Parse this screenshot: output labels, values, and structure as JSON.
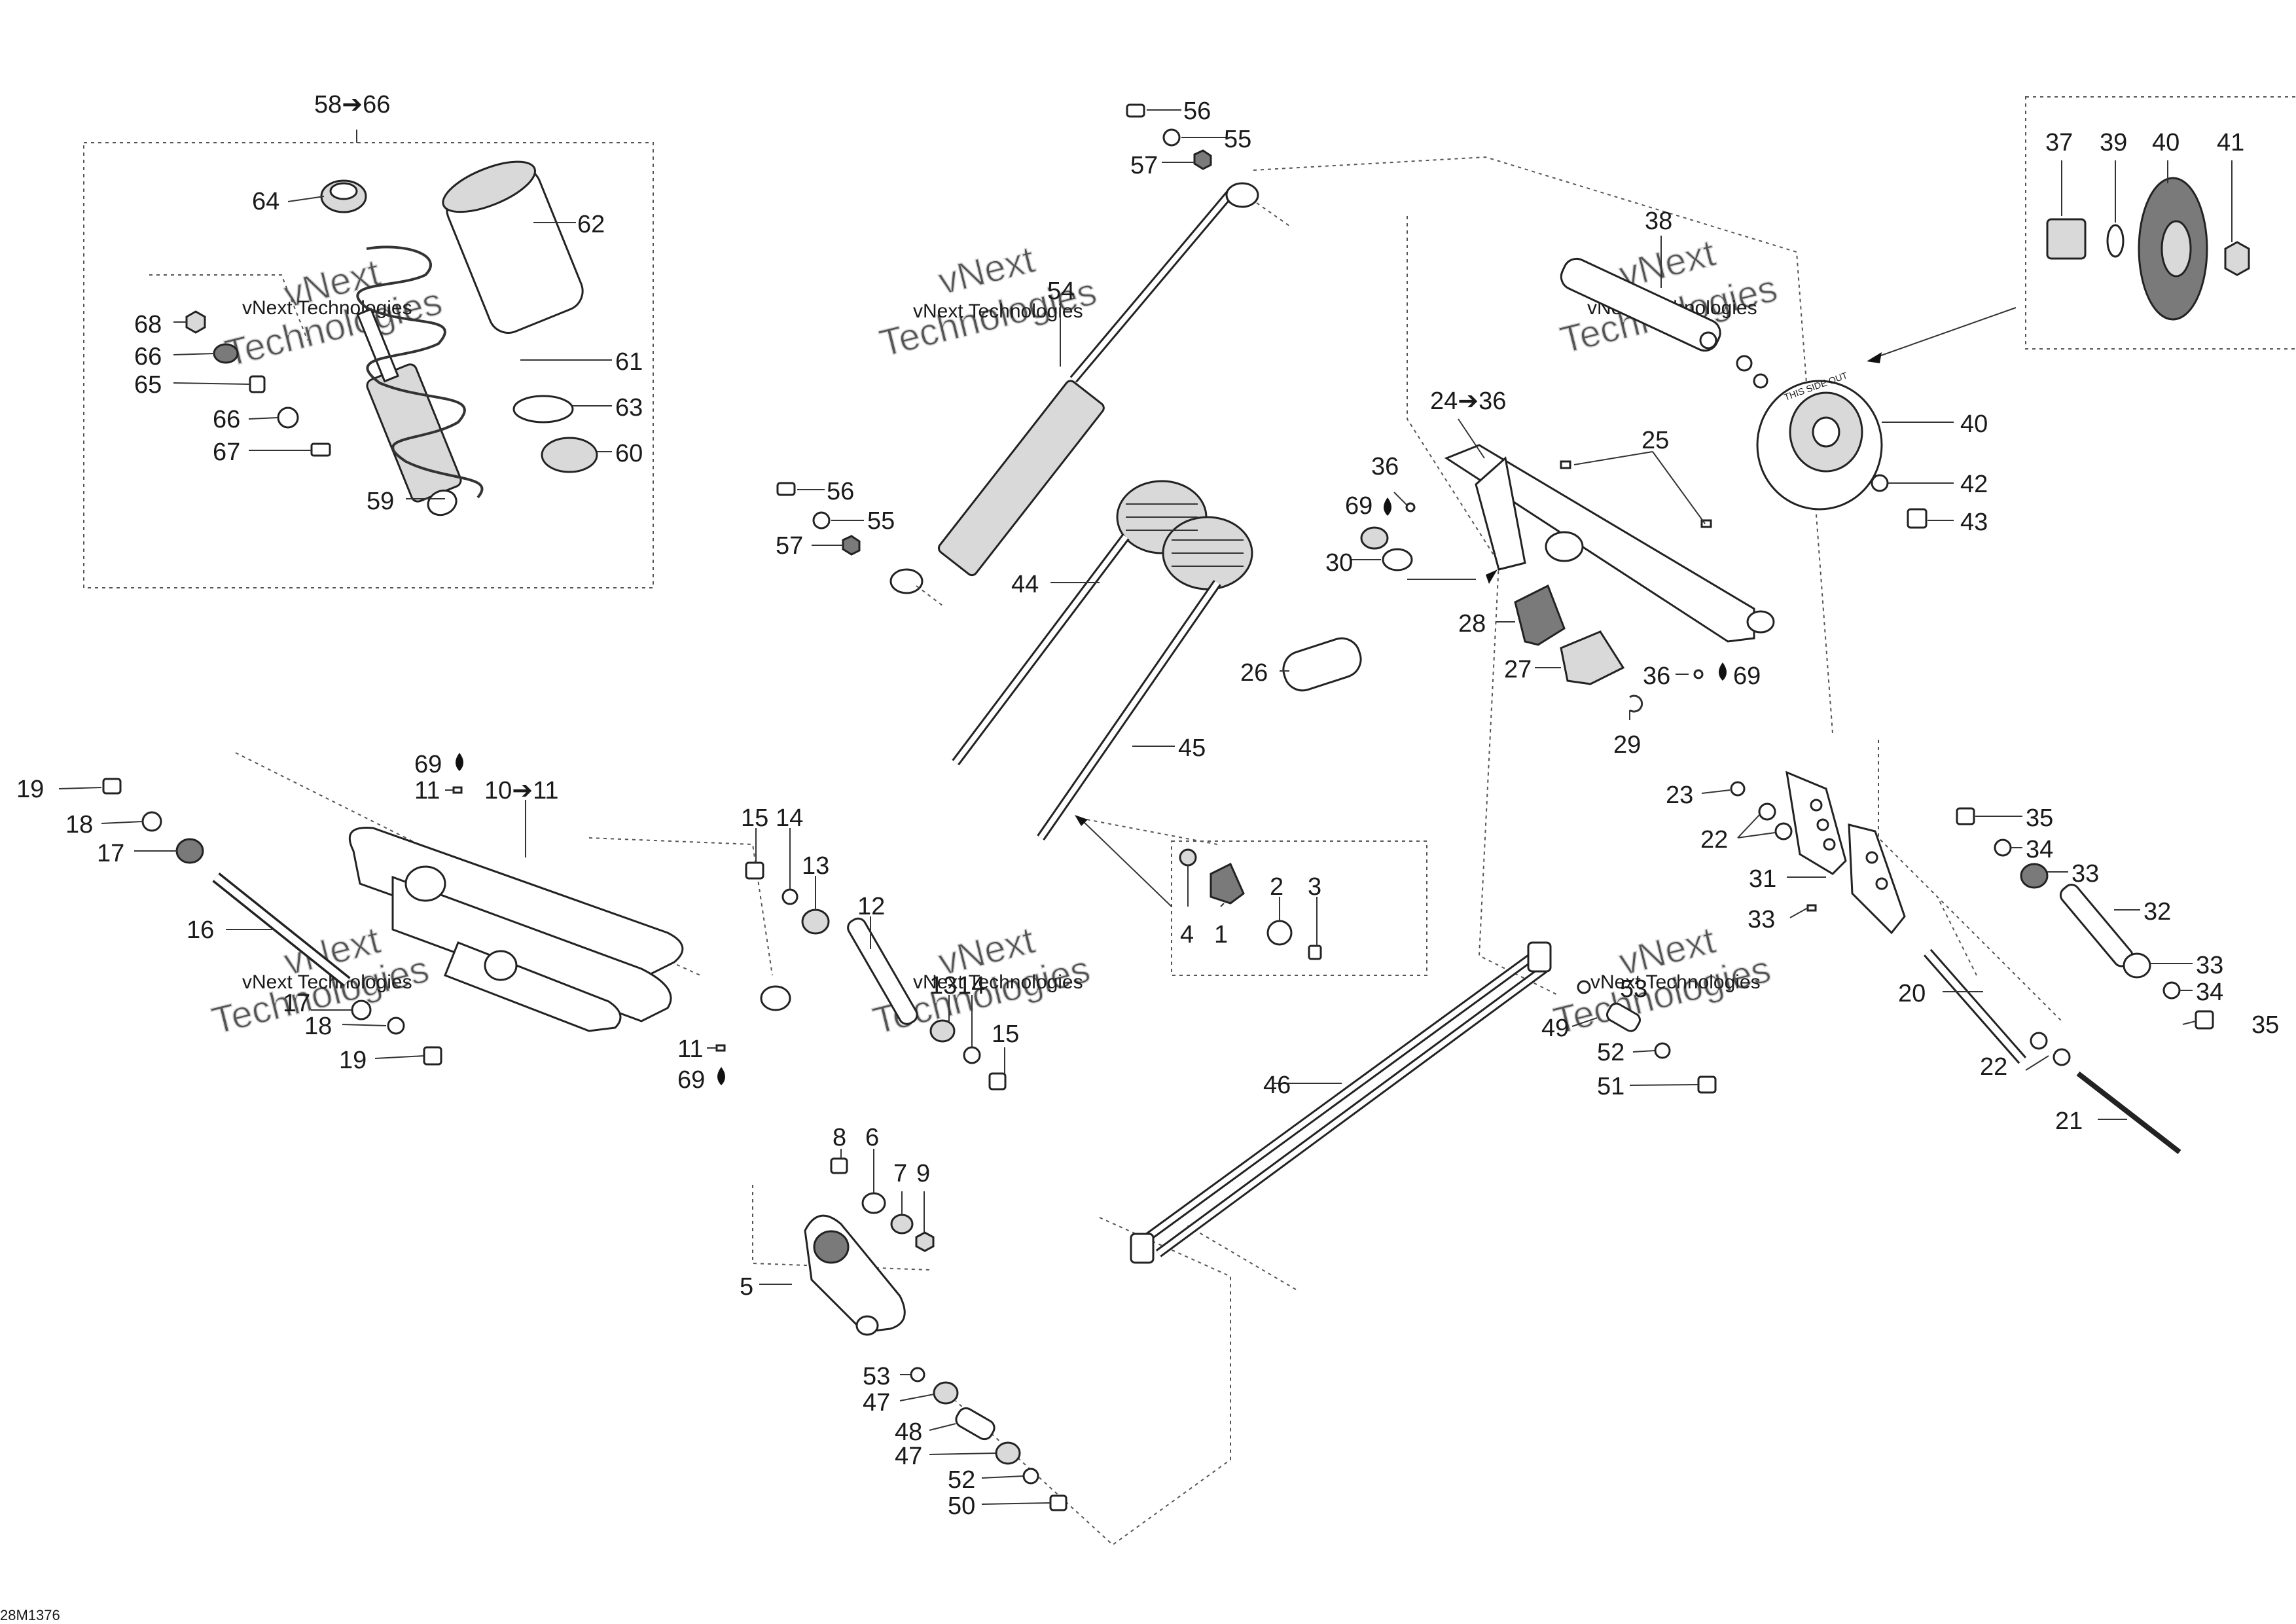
{
  "diagram_code": "28M1376",
  "watermark": {
    "brand_top": "vNext",
    "brand_bottom": "Technologies",
    "small_text": "vNext Technologies"
  },
  "wheel_print": "THIS SIDE OUT",
  "callouts": {
    "c58_66": "58➔66",
    "c64": "64",
    "c62": "62",
    "c68": "68",
    "c66a": "66",
    "c65": "65",
    "c66b": "66",
    "c67": "67",
    "c61": "61",
    "c63": "63",
    "c60": "60",
    "c59": "59",
    "c56a": "56",
    "c55a": "55",
    "c57a": "57",
    "c54": "54",
    "c56b": "56",
    "c55b": "55",
    "c57b": "57",
    "c44": "44",
    "c26": "26",
    "c45": "45",
    "c38": "38",
    "c37": "37",
    "c39": "39",
    "c40a": "40",
    "c41": "41",
    "c40b": "40",
    "c42": "42",
    "c43": "43",
    "c24_36": "24➔36",
    "c25": "25",
    "c36a": "36",
    "c69a": "69",
    "c30": "30",
    "c28": "28",
    "c27": "27",
    "c36b": "36",
    "c69b": "69",
    "c29": "29",
    "c19a": "19",
    "c18a": "18",
    "c17a": "17",
    "c16": "16",
    "c69c": "69",
    "c11a": "11",
    "c10_11": "10➔11",
    "c17b": "17",
    "c18b": "18",
    "c19b": "19",
    "c11b": "11",
    "c69d": "69",
    "c15a": "15",
    "c14a": "14",
    "c13a": "13",
    "c12": "12",
    "c13b": "13",
    "c14b": "14",
    "c15b": "15",
    "c4": "4",
    "c1": "1",
    "c2": "2",
    "c3": "3",
    "c8": "8",
    "c6": "6",
    "c7": "7",
    "c9": "9",
    "c5": "5",
    "c53a": "53",
    "c47a": "47",
    "c48": "48",
    "c47b": "47",
    "c52a": "52",
    "c50": "50",
    "c46": "46",
    "c53b": "53",
    "c49": "49",
    "c52b": "52",
    "c51": "51",
    "c23": "23",
    "c22a": "22",
    "c31": "31",
    "c33a": "33",
    "c35a": "35",
    "c34a": "34",
    "c33b": "33",
    "c32": "32",
    "c33c": "33",
    "c34b": "34",
    "c35b": "35",
    "c20": "20",
    "c22b": "22",
    "c21": "21"
  }
}
